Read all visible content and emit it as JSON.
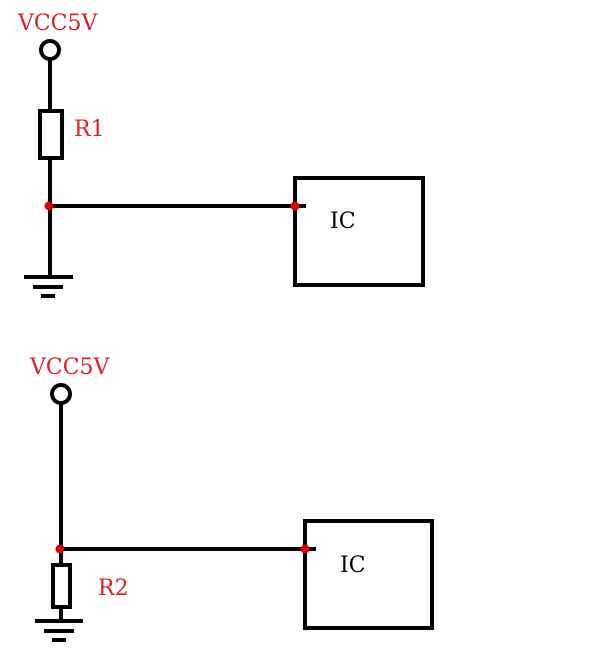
{
  "colors": {
    "wire": "#000000",
    "label": "#e02020",
    "node": "#e00000"
  },
  "circuit_top": {
    "supply_label": "VCC5V",
    "resistor_label": "R1",
    "ic_label": "IC"
  },
  "circuit_bottom": {
    "supply_label": "VCC5V",
    "resistor_label": "R2",
    "ic_label": "IC"
  }
}
